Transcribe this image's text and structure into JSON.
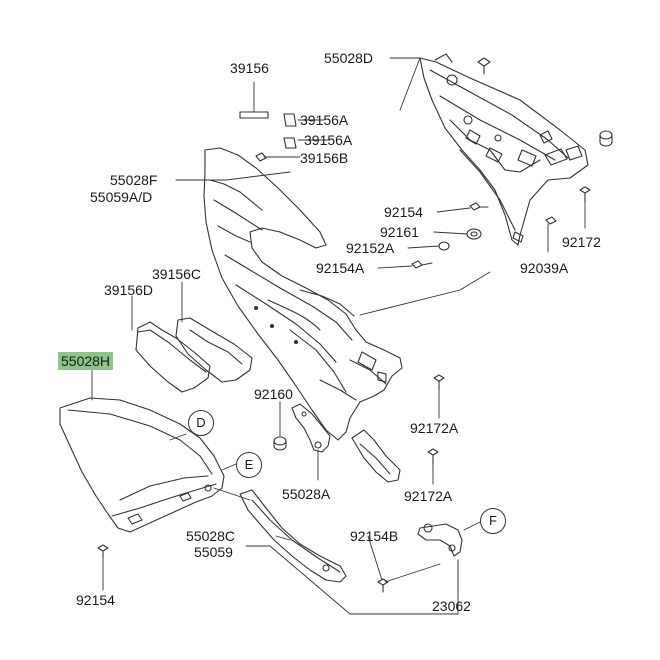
{
  "diagram": {
    "highlight_color": "#8cc48c",
    "line_color": "#333333",
    "part_labels": [
      {
        "id": "l-39156",
        "text": "39156"
      },
      {
        "id": "l-39156A-1",
        "text": "39156A"
      },
      {
        "id": "l-39156A-2",
        "text": "39156A"
      },
      {
        "id": "l-39156B",
        "text": "39156B"
      },
      {
        "id": "l-55028F",
        "text": "55028F"
      },
      {
        "id": "l-55059AD",
        "text": "55059A/D"
      },
      {
        "id": "l-55028D",
        "text": "55028D"
      },
      {
        "id": "l-39156C",
        "text": "39156C"
      },
      {
        "id": "l-39156D",
        "text": "39156D"
      },
      {
        "id": "l-55028H",
        "text": "55028H"
      },
      {
        "id": "l-92154-1",
        "text": "92154"
      },
      {
        "id": "l-92161",
        "text": "92161"
      },
      {
        "id": "l-92152A",
        "text": "92152A"
      },
      {
        "id": "l-92154A",
        "text": "92154A"
      },
      {
        "id": "l-92172",
        "text": "92172"
      },
      {
        "id": "l-92039A",
        "text": "92039A"
      },
      {
        "id": "l-92160",
        "text": "92160"
      },
      {
        "id": "l-92172A-1",
        "text": "92172A"
      },
      {
        "id": "l-55028A",
        "text": "55028A"
      },
      {
        "id": "l-92172A-2",
        "text": "92172A"
      },
      {
        "id": "l-55028C",
        "text": "55028C"
      },
      {
        "id": "l-55059",
        "text": "55059"
      },
      {
        "id": "l-92154B",
        "text": "92154B"
      },
      {
        "id": "l-92154-2",
        "text": "92154"
      },
      {
        "id": "l-23062",
        "text": "23062"
      }
    ],
    "callouts": [
      {
        "id": "c-D",
        "text": "D"
      },
      {
        "id": "c-E",
        "text": "E"
      },
      {
        "id": "c-F",
        "text": "F"
      }
    ]
  }
}
